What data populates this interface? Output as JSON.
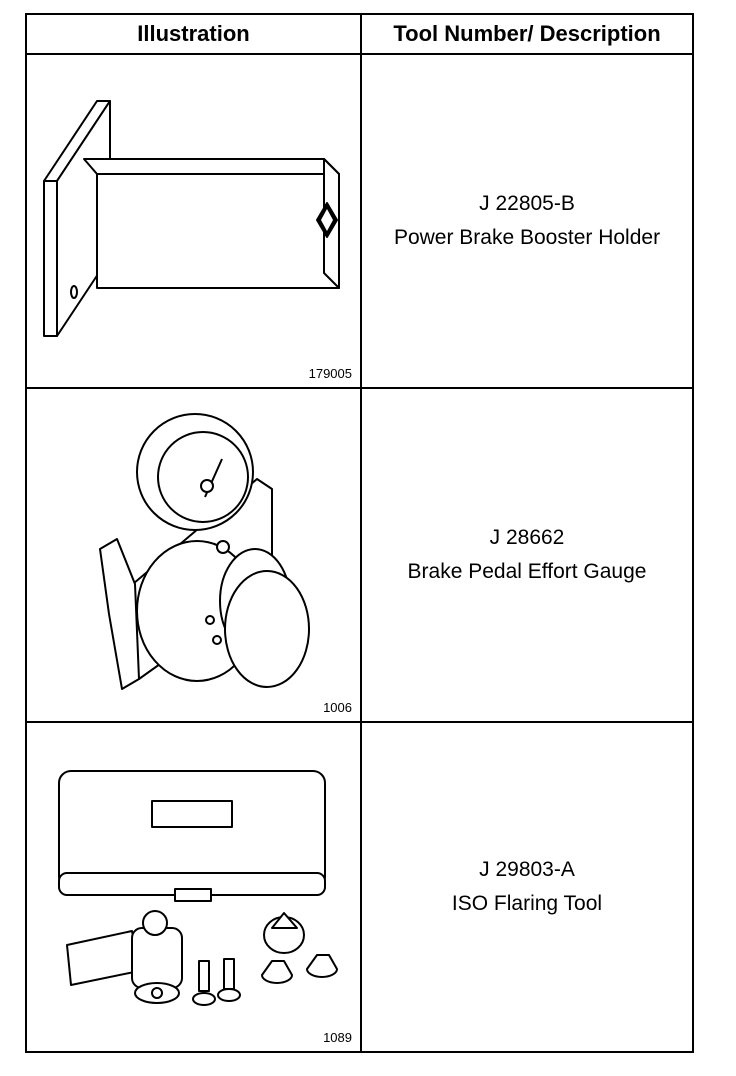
{
  "header": {
    "illustration": "Illustration",
    "tool": "Tool Number/ Description"
  },
  "rows": [
    {
      "number": "J 22805-B",
      "description": "Power Brake Booster Holder",
      "figure": "179005",
      "icon": "booster-holder-illustration"
    },
    {
      "number": "J 28662",
      "description": "Brake Pedal Effort Gauge",
      "figure": "1006",
      "icon": "effort-gauge-illustration"
    },
    {
      "number": "J 29803-A",
      "description": "ISO Flaring Tool",
      "figure": "1089",
      "icon": "flaring-tool-kit-illustration"
    }
  ]
}
